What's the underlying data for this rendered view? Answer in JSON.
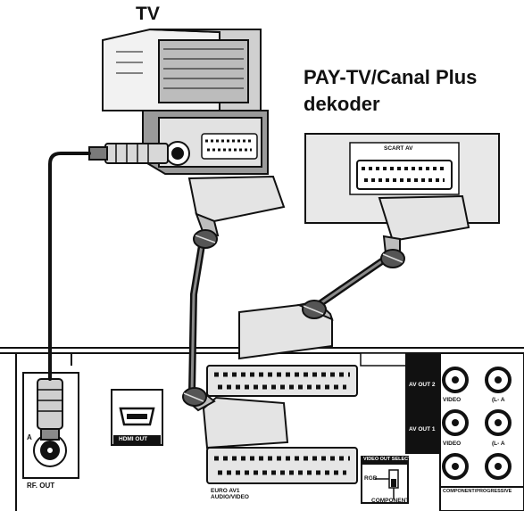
{
  "titles": {
    "tv": "TV",
    "decoder_line1": "PAY-TV/Canal Plus",
    "decoder_line2": "dekoder"
  },
  "labels": {
    "decoder_scart": "SCART AV",
    "rf_out": "RF. OUT",
    "rf_a": "A",
    "hdmi_out": "HDMI OUT",
    "av2": "AV OUT 2",
    "av1": "AV OUT 1",
    "video": "VIDEO",
    "audio_l": "(L- A",
    "euro_av1_line1": "EURO AV1",
    "euro_av1_line2": "AUDIO/VIDEO",
    "video_out_select": "VIDEO OUT SELECT",
    "rgb": "RGB",
    "component": "COMPONENT",
    "component_progressive": "COMPONENT/PROGRESSIVE"
  },
  "colors": {
    "ink": "#111111",
    "paper": "#ffffff",
    "grey_light": "#d8d8d8",
    "grey_mid": "#a8a8a8",
    "grey_dark": "#6a6a6a"
  }
}
